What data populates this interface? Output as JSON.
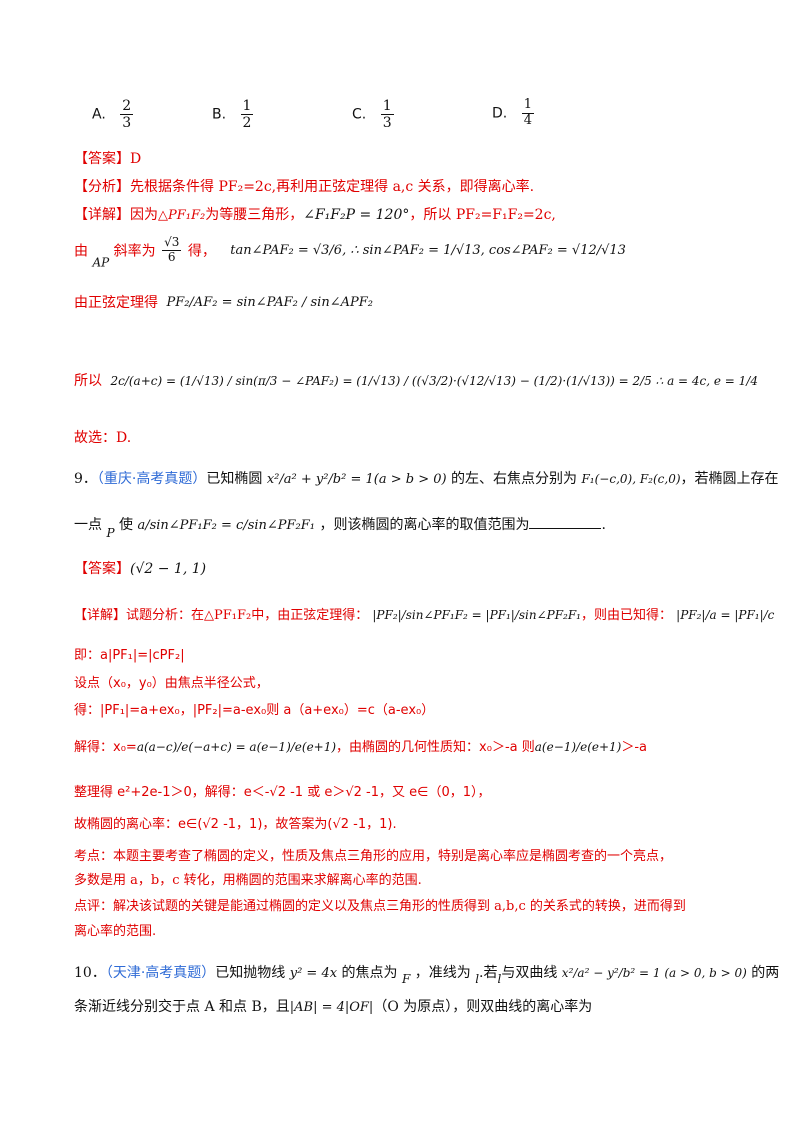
{
  "options": {
    "A": {
      "label": "A.",
      "num": "2",
      "den": "3"
    },
    "B": {
      "label": "B.",
      "num": "1",
      "den": "2"
    },
    "C": {
      "label": "C.",
      "num": "1",
      "den": "3"
    },
    "D": {
      "label": "D.",
      "num": "1",
      "den": "4"
    }
  },
  "q8": {
    "answer": "【答案】D",
    "analysis_tag": "【分析】",
    "analysis_text": "先根据条件得 PF₂=2c,再利用正弦定理得 a,c 关系，即得离心率.",
    "detail_tag": "【详解】",
    "detail_1a": "因为",
    "detail_1b": "△PF₁F₂",
    "detail_1c": "为等腰三角形，",
    "detail_1d": "∠F₁F₂P = 120°",
    "detail_1e": "，所以 PF₂=F₁F₂=2c,",
    "line2_a": "由",
    "line2_ap": "AP",
    "line2_b": "斜率为",
    "line2_frac_num": "√3",
    "line2_frac_den": "6",
    "line2_c": "得，",
    "line2_math": "tan∠PAF₂ = √3/6, ∴ sin∠PAF₂ = 1/√13, cos∠PAF₂ = √12/√13",
    "line3_a": "由正弦定理得",
    "line3_math": "PF₂/AF₂ = sin∠PAF₂ / sin∠APF₂",
    "line4_a": "所以",
    "line4_math": "2c/(a+c) = (1/√13) / sin(π/3 − ∠PAF₂) = (1/√13) / ((√3/2)·(√12/√13) − (1/2)·(1/√13)) = 2/5 ∴ a = 4c, e = 1/4",
    "conclusion": "故选：D."
  },
  "q9": {
    "number": "9．",
    "source": "（重庆·高考真题）",
    "stem_1": "已知椭圆",
    "stem_ellipse": "x²/a² + y²/b² = 1(a > b > 0)",
    "stem_2": "的左、右焦点分别为",
    "stem_foci": "F₁(−c,0), F₂(c,0)",
    "stem_3": "，若椭圆上存在",
    "stem_4": "一点",
    "stem_p": "P",
    "stem_5": "使",
    "stem_cond": "a/sin∠PF₁F₂ = c/sin∠PF₂F₁",
    "stem_6": "，则该椭圆的离心率的取值范围为",
    "stem_end": ".",
    "answer_tag": "【答案】",
    "answer_val": "(√2 − 1, 1)",
    "detail_tag": "【详解】",
    "detail_1": "试题分析：在△PF₁F₂中，由正弦定理得：",
    "detail_1_math": "|PF₂|/sin∠PF₁F₂ = |PF₁|/sin∠PF₂F₁",
    "detail_1b": "，则由已知得：",
    "detail_1c_math": "|PF₂|/a = |PF₁|/c",
    "line_a": "即：a|PF₁|=|cPF₂|",
    "line_b": "设点（x₀，y₀）由焦点半径公式，",
    "line_c": "得：|PF₁|=a+ex₀，|PF₂|=a-ex₀则 a（a+ex₀）=c（a-ex₀）",
    "line_d1": "解得：x₀=",
    "line_d_math": "a(a−c)/e(−a+c) = a(e−1)/e(e+1)",
    "line_d2": "，由椭圆的几何性质知：x₀＞-a 则",
    "line_d_math2": "a(e−1)/e(e+1)",
    "line_d3": "＞-a",
    "line_e": "整理得 e²+2e-1＞0，解得：e＜-√2 -1 或 e＞√2 -1，又 e∈（0，1），",
    "line_f": "故椭圆的离心率：e∈(√2 -1，1)，故答案为(√2 -1，1).",
    "kaodian_1": "考点：本题主要考查了椭圆的定义，性质及焦点三角形的应用，特别是离心率应是椭圆考查的一个亮点，",
    "kaodian_2": "多数是用 a，b，c 转化，用椭圆的范围来求解离心率的范围.",
    "dianping_1": "点评：解决该试题的关键是能通过椭圆的定义以及焦点三角形的性质得到 a,b,c 的关系式的转换，进而得到",
    "dianping_2": "离心率的范围."
  },
  "q10": {
    "number": "10．",
    "source": "（天津·高考真题）",
    "stem_1": "已知抛物线",
    "stem_parabola": "y² = 4x",
    "stem_2": "的焦点为",
    "stem_f": "F",
    "stem_3": "，准线为",
    "stem_l": "l",
    "stem_4": ".若",
    "stem_l2": "l",
    "stem_5": "与双曲线",
    "stem_hyper": "x²/a² − y²/b² = 1 (a > 0, b > 0)",
    "stem_6": "的两",
    "stem_7": "条渐近线分别交于点 A 和点 B，且",
    "stem_ab": "|AB| = 4|OF|",
    "stem_8": "（O 为原点），则双曲线的离心率为"
  }
}
